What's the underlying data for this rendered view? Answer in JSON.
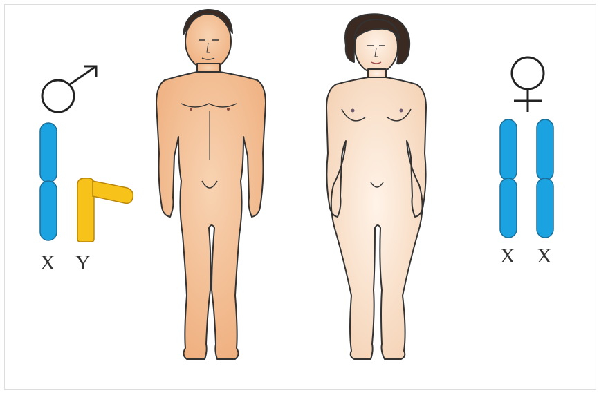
{
  "male": {
    "symbol_icon": "male-symbol-icon",
    "chromosome_labels": [
      "X",
      "Y"
    ]
  },
  "female": {
    "symbol_icon": "female-symbol-icon",
    "chromosome_labels": [
      "X",
      "X"
    ]
  },
  "colors": {
    "x_chromosome": "#1aa3e0",
    "y_chromosome": "#f7c31a",
    "male_skin": "#f2b98c",
    "female_skin": "#f7dcc4",
    "outline": "#333333"
  }
}
